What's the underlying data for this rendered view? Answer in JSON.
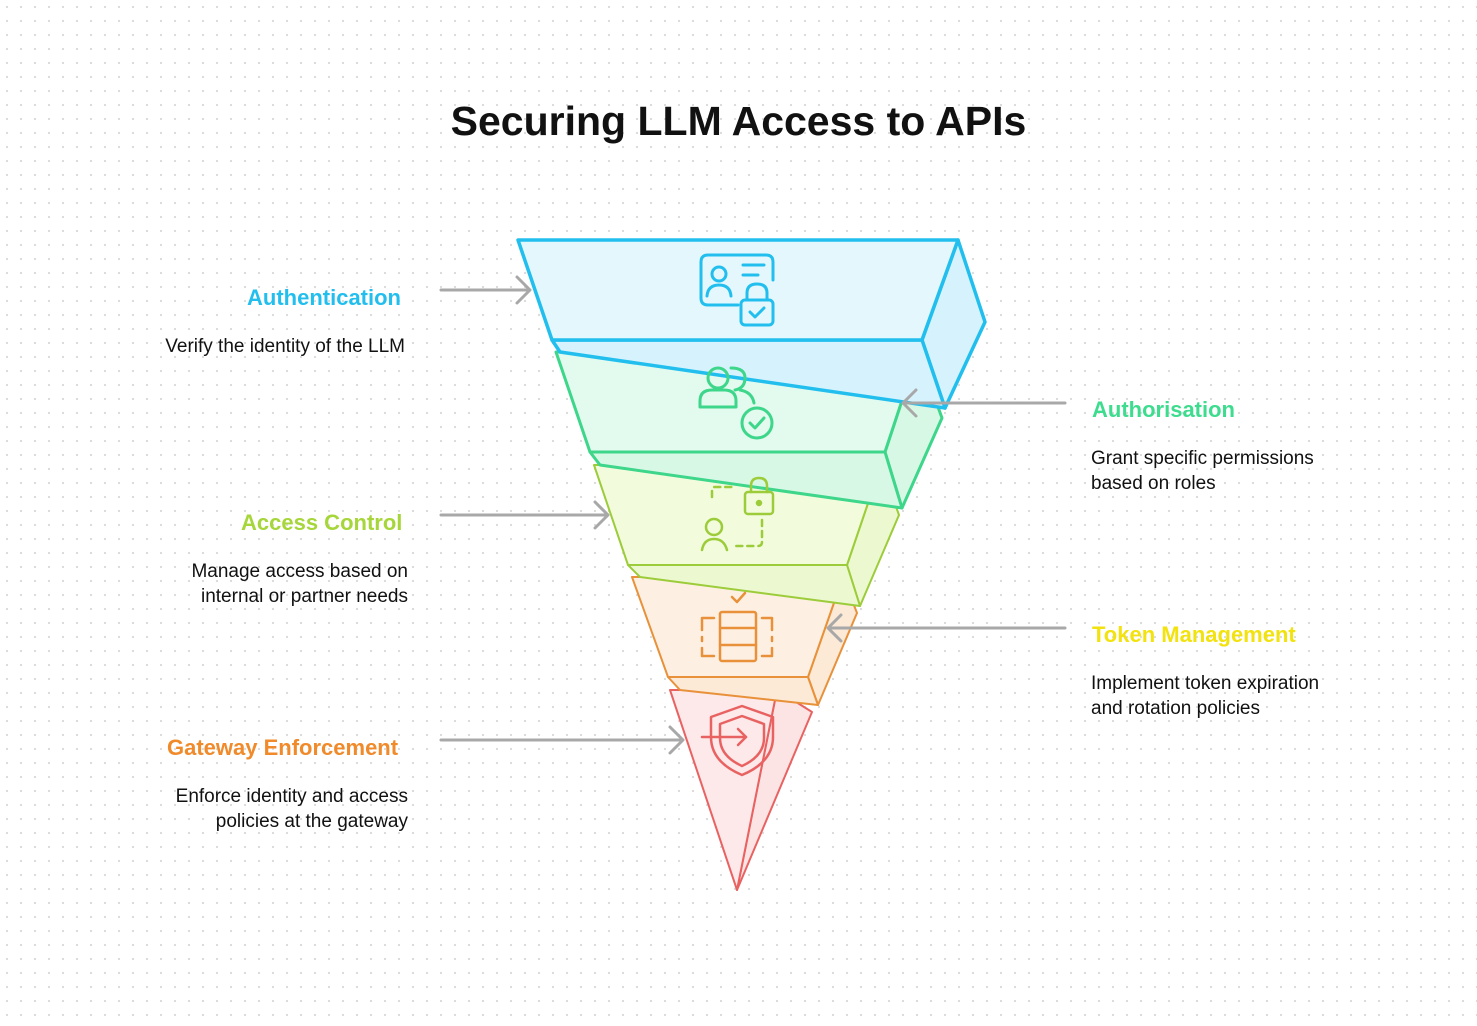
{
  "title": "Securing LLM Access to APIs",
  "colors": {
    "authentication": "#22bfee",
    "authorisation": "#3ddc8e",
    "access_control": "#a6d63a",
    "token_management": "#f2e20f",
    "gateway_enforcement": "#f08a2a",
    "arrow": "#a8a8a8"
  },
  "steps": [
    {
      "label": "Authentication",
      "description": "Verify the identity of the LLM",
      "icon": "id-card-lock-icon",
      "side": "left"
    },
    {
      "label": "Authorisation",
      "description": "Grant specific permissions\nbased on roles",
      "icon": "users-check-icon",
      "side": "right"
    },
    {
      "label": "Access Control",
      "description": "Manage access based on\ninternal or partner needs",
      "icon": "user-lock-access-icon",
      "side": "left"
    },
    {
      "label": "Token Management",
      "description": "Implement token expiration\nand rotation policies",
      "icon": "token-server-icon",
      "side": "right"
    },
    {
      "label": "Gateway Enforcement",
      "description": "Enforce identity and access\npolicies at the gateway",
      "icon": "shield-enter-icon",
      "side": "left"
    }
  ]
}
